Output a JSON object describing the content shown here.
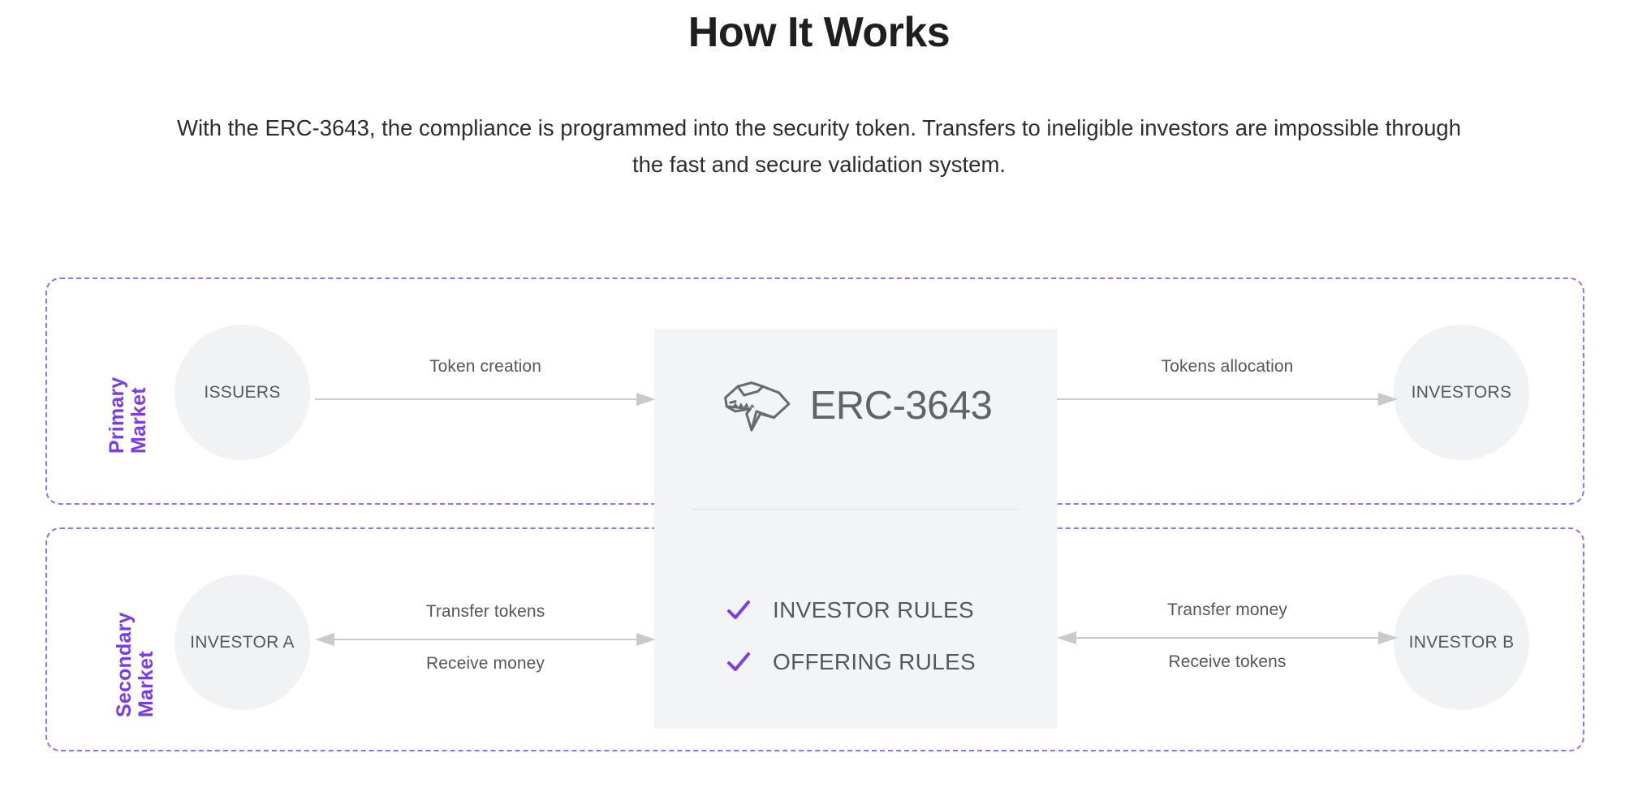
{
  "header": {
    "title": "How It Works",
    "description": "With the ERC-3643, the compliance is programmed into the security token. Transfers to ineligible investors are impossible through the fast and secure validation system."
  },
  "colors": {
    "accent_purple": "#7c3aed",
    "frame_dashed_purple": "#9b6bf5",
    "node_fill_gray": "#f1f2f4",
    "panel_fill_gray": "#f3f4f6",
    "arrow_gray": "#c9cacd",
    "body_text_gray": "#575757",
    "title_black": "#1f1f1f"
  },
  "diagram": {
    "primary_market": {
      "label": "Primary\nMarket",
      "left_node": "ISSUERS",
      "right_node": "INVESTORS",
      "left_connector": {
        "label": "Token creation",
        "direction": "right"
      },
      "right_connector": {
        "label": "Tokens allocation",
        "direction": "right"
      }
    },
    "secondary_market": {
      "label": "Secondary\nMarket",
      "left_node": "INVESTOR A",
      "right_node": "INVESTOR B",
      "left_connector": {
        "label_above": "Transfer tokens",
        "label_below": "Receive money",
        "direction": "both"
      },
      "right_connector": {
        "label_above": "Transfer money",
        "label_below": "Receive tokens",
        "direction": "both"
      }
    },
    "center_panel": {
      "logo_icon": "trex-head-icon",
      "logo_text": "ERC-3643",
      "rules": [
        {
          "icon": "check-icon",
          "label": "INVESTOR RULES"
        },
        {
          "icon": "check-icon",
          "label": "OFFERING RULES"
        }
      ]
    }
  }
}
